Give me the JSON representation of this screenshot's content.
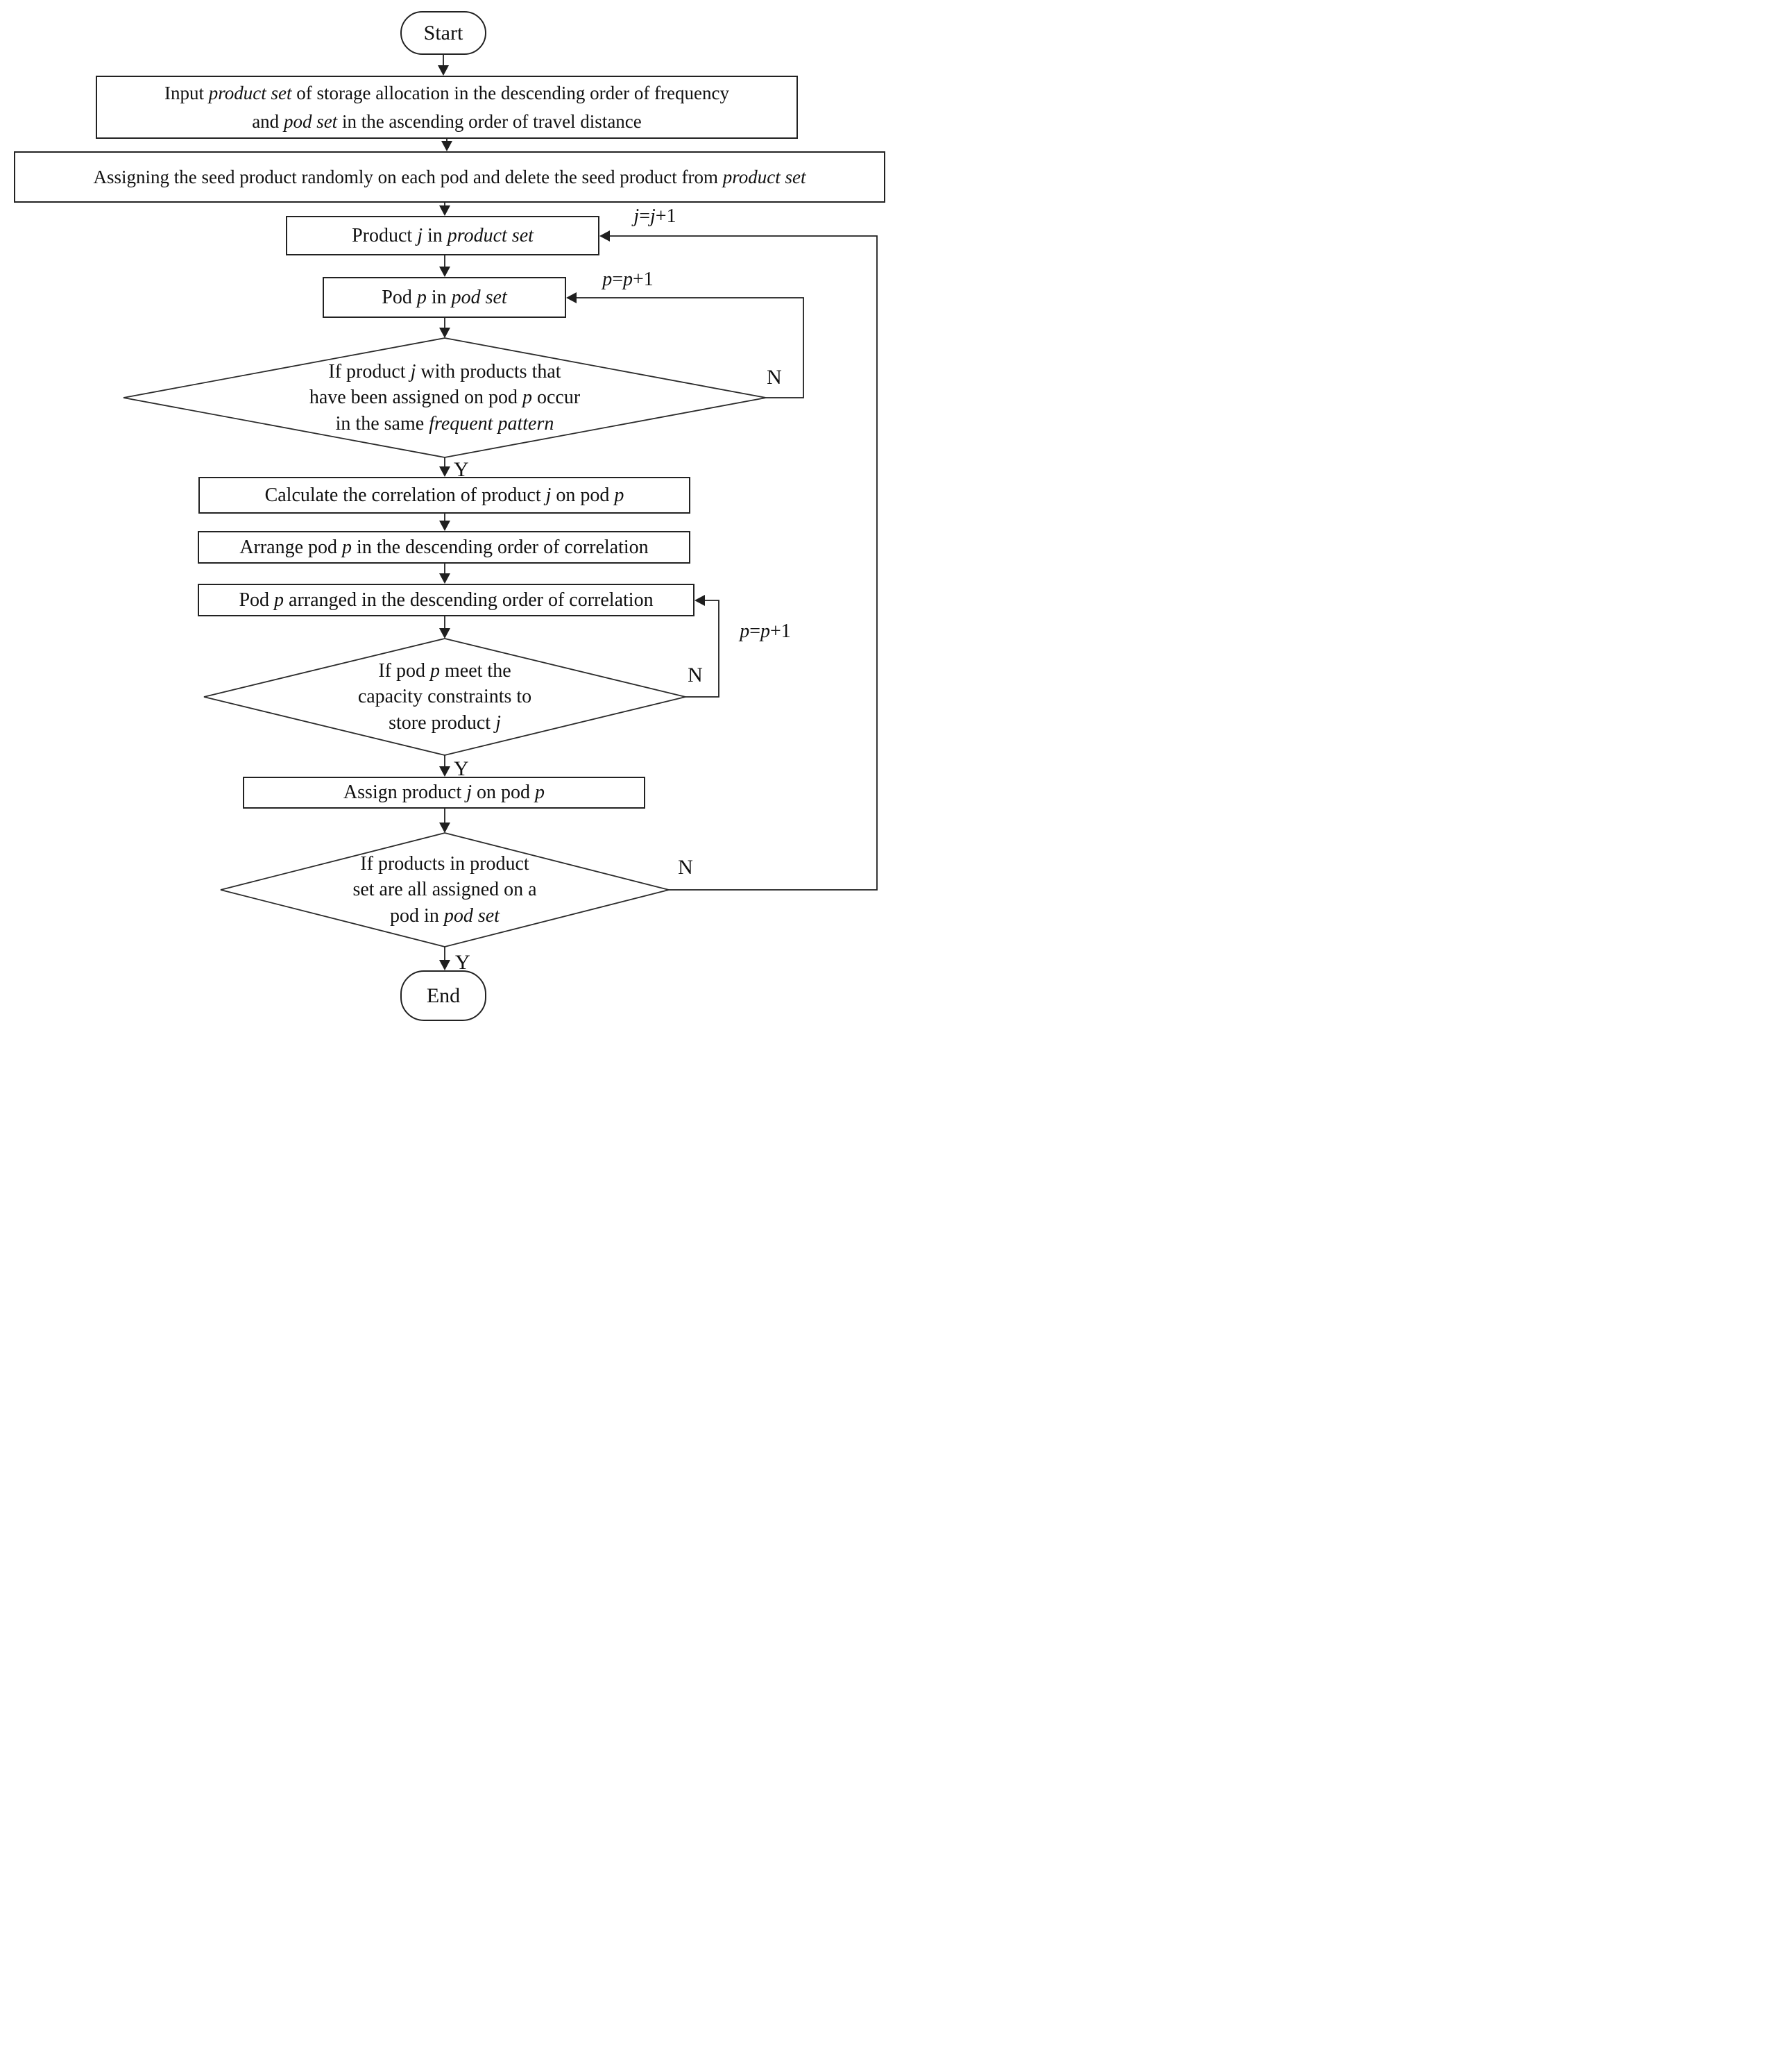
{
  "flowchart": {
    "colors": {
      "stroke": "#1f1f1f",
      "text": "#111111",
      "background": "#ffffff"
    },
    "nodes": {
      "start": {
        "type": "terminator",
        "label": "Start"
      },
      "input_products": {
        "type": "process",
        "lines": [
          [
            {
              "t": "Input "
            },
            {
              "t": "product set",
              "i": true
            },
            {
              "t": " of storage allocation in the descending order of frequency"
            }
          ],
          [
            {
              "t": "and "
            },
            {
              "t": "pod set",
              "i": true
            },
            {
              "t": " in the ascending order of travel distance"
            }
          ]
        ]
      },
      "assign_seed": {
        "type": "process",
        "lines": [
          [
            {
              "t": "Assigning the seed product randomly on each pod and delete the seed product from "
            },
            {
              "t": "product set",
              "i": true
            }
          ]
        ]
      },
      "product_loop": {
        "type": "process",
        "lines": [
          [
            {
              "t": "Product "
            },
            {
              "t": "j",
              "i": true
            },
            {
              "t": " in "
            },
            {
              "t": "product set",
              "i": true
            }
          ]
        ]
      },
      "pod_loop": {
        "type": "process",
        "lines": [
          [
            {
              "t": "Pod "
            },
            {
              "t": "p",
              "i": true
            },
            {
              "t": " in "
            },
            {
              "t": "pod set",
              "i": true
            }
          ]
        ]
      },
      "decision_frequent_pattern": {
        "type": "decision",
        "lines": [
          [
            {
              "t": "If product "
            },
            {
              "t": "j",
              "i": true
            },
            {
              "t": " with products that"
            }
          ],
          [
            {
              "t": "have been assigned on pod "
            },
            {
              "t": "p",
              "i": true
            },
            {
              "t": " occur"
            }
          ],
          [
            {
              "t": "in the same "
            },
            {
              "t": "frequent pattern",
              "i": true
            }
          ]
        ]
      },
      "calculate_correlation": {
        "type": "process",
        "lines": [
          [
            {
              "t": "Calculate the correlation of product "
            },
            {
              "t": "j",
              "i": true
            },
            {
              "t": " on pod "
            },
            {
              "t": "p",
              "i": true
            }
          ]
        ]
      },
      "arrange_pods": {
        "type": "process",
        "lines": [
          [
            {
              "t": "Arrange pod "
            },
            {
              "t": "p",
              "i": true
            },
            {
              "t": " in the descending order of correlation"
            }
          ]
        ]
      },
      "pod_arranged": {
        "type": "process",
        "lines": [
          [
            {
              "t": "Pod "
            },
            {
              "t": "p",
              "i": true
            },
            {
              "t": " arranged in the descending order of correlation"
            }
          ]
        ]
      },
      "decision_capacity": {
        "type": "decision",
        "lines": [
          [
            {
              "t": "If pod "
            },
            {
              "t": "p",
              "i": true
            },
            {
              "t": " meet the"
            }
          ],
          [
            {
              "t": "capacity constraints to"
            }
          ],
          [
            {
              "t": "store product "
            },
            {
              "t": "j",
              "i": true
            }
          ]
        ]
      },
      "assign_product": {
        "type": "process",
        "lines": [
          [
            {
              "t": "Assign product "
            },
            {
              "t": "j",
              "i": true
            },
            {
              "t": " on pod "
            },
            {
              "t": "p",
              "i": true
            }
          ]
        ]
      },
      "decision_all_assigned": {
        "type": "decision",
        "lines": [
          [
            {
              "t": "If products in product"
            }
          ],
          [
            {
              "t": "set are all assigned on a"
            }
          ],
          [
            {
              "t": "pod in "
            },
            {
              "t": "pod set",
              "i": true
            }
          ]
        ]
      },
      "end": {
        "type": "terminator",
        "label": "End"
      }
    },
    "edge_labels": {
      "j_increment": [
        [
          {
            "t": "j",
            "i": true
          },
          {
            "t": "="
          },
          {
            "t": "j",
            "i": true
          },
          {
            "t": "+1"
          }
        ]
      ],
      "p_increment_pod_loop": [
        [
          {
            "t": "p",
            "i": true
          },
          {
            "t": "="
          },
          {
            "t": "p",
            "i": true
          },
          {
            "t": "+1"
          }
        ]
      ],
      "p_increment_arranged": [
        [
          {
            "t": "p",
            "i": true
          },
          {
            "t": "="
          },
          {
            "t": "p",
            "i": true
          },
          {
            "t": "+1"
          }
        ]
      ],
      "yes_frequent": "Y",
      "no_frequent": "N",
      "yes_capacity": "Y",
      "no_capacity": "N",
      "yes_all_assigned": "Y",
      "no_all_assigned": "N"
    }
  }
}
